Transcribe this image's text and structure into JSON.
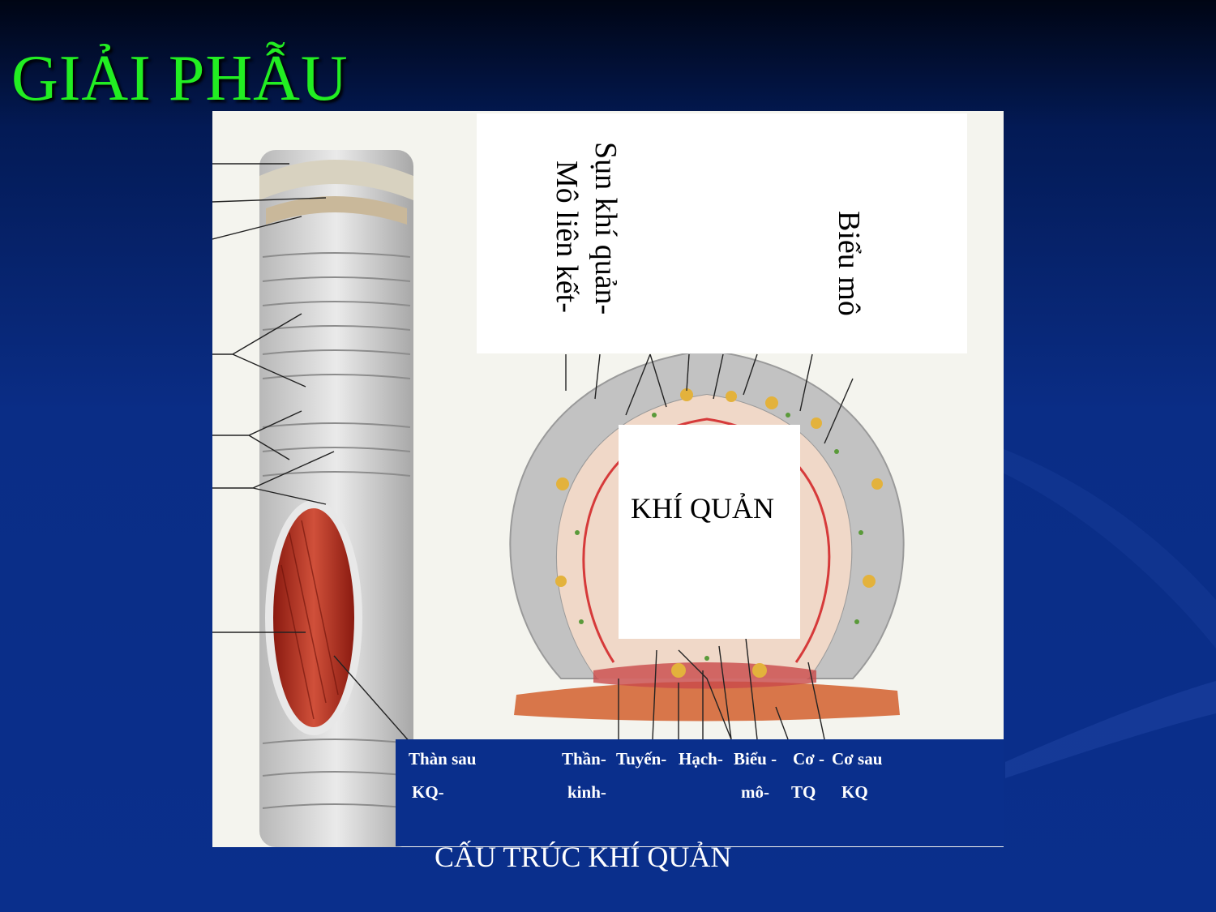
{
  "slide": {
    "title": "GIẢI PHẪU",
    "caption": "CẤU TRÚC KHÍ QUẢN"
  },
  "diagram": {
    "top_labels": {
      "left_col_a": "Sụn khí quản-",
      "left_col_b": "Mô liên kết-",
      "right": "Biểu mô"
    },
    "lumen_label": "KHÍ QUẢN",
    "bottom_labels": {
      "row1": [
        "Thàn sau",
        "Thần-",
        "Tuyến-",
        "Hạch-",
        "Biểu -",
        "Cơ -",
        "Cơ sau"
      ],
      "row2": [
        "KQ-",
        "kinh-",
        "mô-",
        "TQ",
        "KQ"
      ]
    }
  },
  "colors": {
    "title": "#22ee22",
    "background": "#0a2f8c",
    "label_text": "#ffffff"
  }
}
